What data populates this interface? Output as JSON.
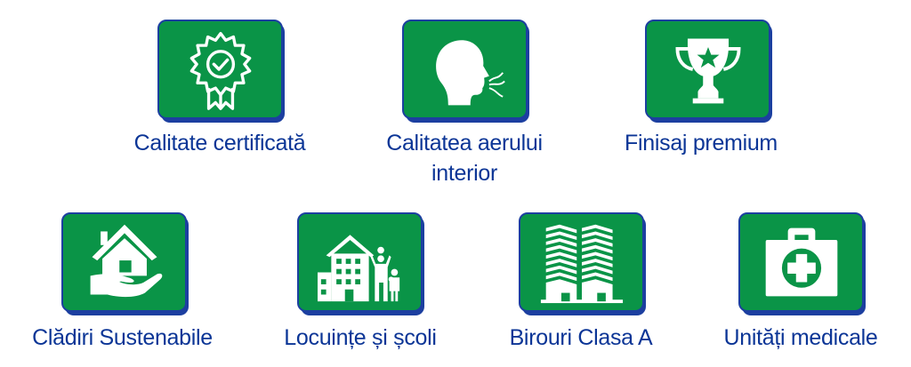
{
  "colors": {
    "card_fill": "#0a9447",
    "card_border": "#1c3fa0",
    "label_text": "#0b3596",
    "icon": "#ffffff",
    "background": "#ffffff"
  },
  "features": [
    {
      "label": "Calitate certificată",
      "icon": "certified-badge-icon"
    },
    {
      "label_line1": "Calitatea aerului",
      "label_line2": "interior",
      "icon": "breathing-head-icon"
    },
    {
      "label": "Finisaj premium",
      "icon": "trophy-star-icon"
    },
    {
      "label": "Clădiri Sustenabile",
      "icon": "house-in-hand-icon"
    },
    {
      "label": "Locuințe și școli",
      "icon": "family-buildings-icon"
    },
    {
      "label": "Birouri Clasa A",
      "icon": "office-towers-icon"
    },
    {
      "label": "Unități medicale",
      "icon": "medical-kit-icon"
    }
  ]
}
